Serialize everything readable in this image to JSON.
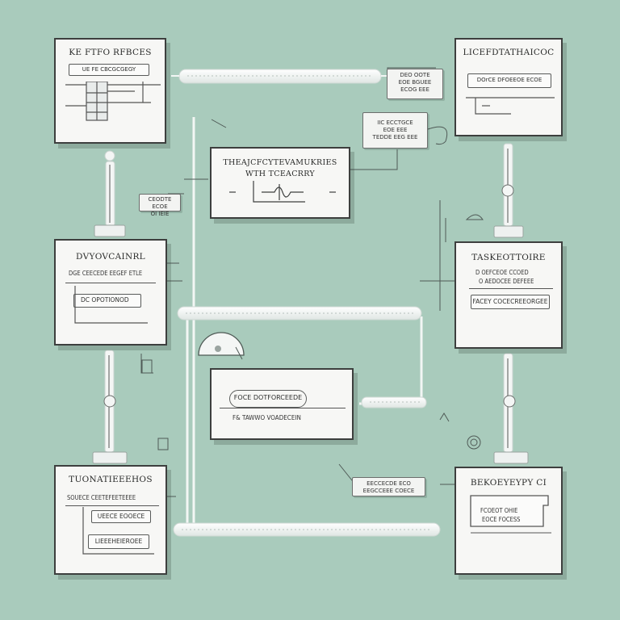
{
  "cards": {
    "top_left": {
      "title": "KE FTFO RFBCES",
      "field": "UE FE CBCGCGEGY"
    },
    "top_right": {
      "title": "LICEFDTATHAICOC",
      "field": "DOrCE DFOEEOE ECOE"
    },
    "center_top": {
      "title_line1": "THEAJCFCYTEVAMUKRIES",
      "title_line2": "WTH TCEACRRY"
    },
    "mid_left": {
      "title": "DVYOVCAINRL",
      "line": "DGE CEECEDE EEGEF ETLE",
      "field": "DC OPOTIONOD"
    },
    "mid_right": {
      "title": "TASKEOTTOIRE",
      "line1": "D OEFCEOE CCOED",
      "line2": "O AEDOCEE DEFEEE",
      "field": "FACEY COCECREEORGEE"
    },
    "center_bottom": {
      "pill1": "FOCE DOTFORCEEDE",
      "pill2": "F& TAWWO VOADECEIN"
    },
    "bottom_left": {
      "title": "TUONATIEEEHOS",
      "line": "SOUECE CEETEFEETEEEE",
      "field1": "UEECE EOOECE",
      "field2": "LIEEEHEIEROEE"
    },
    "bottom_right": {
      "title": "BEKOEYEYPY CI",
      "line1": "FCOEOT OHIE",
      "line2": "EOCE FOCESS"
    }
  },
  "tags": {
    "top_mid": {
      "line1": "DEO OOTE",
      "line2": "EOE BGUEE",
      "line3": "ECOG EEE"
    },
    "upper_center": {
      "line1": "IIC ECCTGCE",
      "line2": "EOE EEE",
      "line3": "TEDDE EEG EEE"
    },
    "left_small": {
      "line1": "CEODTE ECOE",
      "line2": "OI IEIE"
    },
    "bottom_mid": {
      "line1": "EECCECDE ECO",
      "line2": "EEGCCEEE COECE"
    }
  },
  "colors": {
    "background": "#a9cbbc",
    "card": "#f7f7f5",
    "stroke": "#3d3f3e",
    "connector": "#f4f6f5"
  }
}
